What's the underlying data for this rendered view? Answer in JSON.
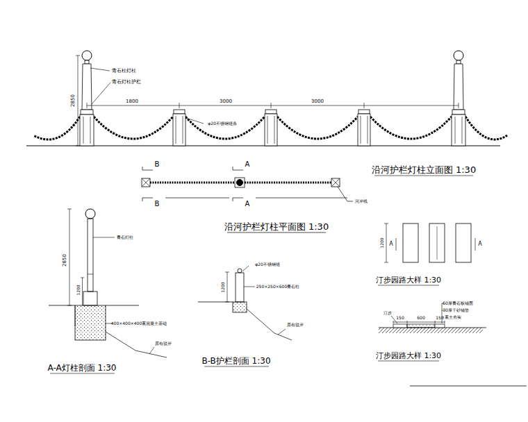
{
  "diagram": {
    "labels": [
      "1800",
      "3000",
      "3000",
      "2850",
      "青石柱灯柱",
      "青石灯柱护栏",
      "φ20不锈钢链条",
      "沿河护栏灯柱立面图 1:30",
      "B",
      "A",
      "B",
      "A",
      "河岸线",
      "沿河护栏灯柱平面图 1:30",
      "2850",
      "1200",
      "青石灯柱",
      "400×400×400素混凝土基础",
      "原有驳岸",
      "A-A灯柱剖面 1:30",
      "φ20不锈钢链",
      "250×250×600青石柱",
      "1200",
      "原有驳岸",
      "B-B护栏剖面 1:30",
      "A",
      "A",
      "1200",
      "汀步园路大样 1:30",
      "汀步",
      "150",
      "600",
      "150",
      "60厚青石板铺面",
      "30厚干砂铺垫",
      "素土夯实",
      "汀步园路大样 1:30"
    ]
  }
}
